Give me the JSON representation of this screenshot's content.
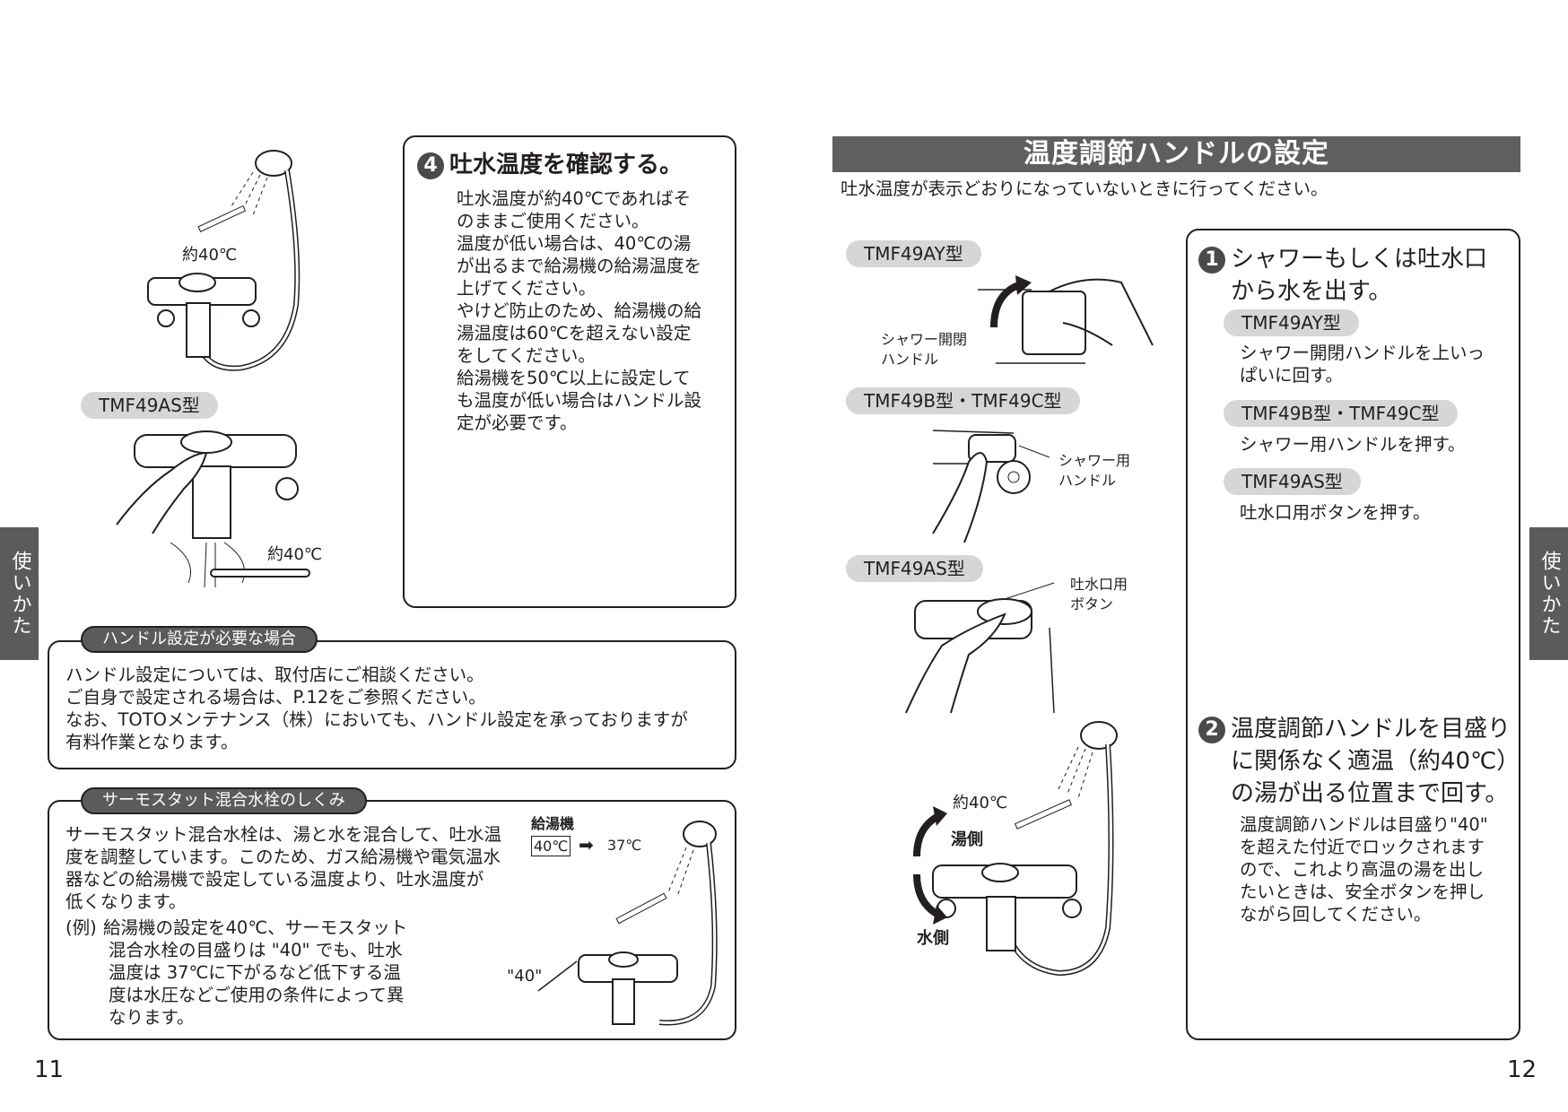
{
  "left_page": {
    "page_number": "11",
    "side_tab": "使いかた",
    "illustrations": {
      "top_temp_label": "約40℃",
      "model_pill": "TMF49AS型",
      "bottom_temp_label": "約40℃"
    },
    "step4": {
      "number": "4",
      "title": "吐水温度を確認する。",
      "lines": [
        "吐水温度が約40℃であればそ",
        "のままご使用ください。",
        "温度が低い場合は、40℃の湯",
        "が出るまで給湯機の給湯温度を",
        "上げてください。",
        "やけど防止のため、給湯機の給",
        "湯温度は60℃を超えない設定",
        "をしてください。",
        "給湯機を50℃以上に設定して",
        "も温度が低い場合はハンドル設",
        "定が必要です。"
      ]
    },
    "handle_note": {
      "label": "ハンドル設定が必要な場合",
      "lines": [
        "ハンドル設定については、取付店にご相談ください。",
        "ご自身で設定される場合は、P.12をご参照ください。",
        "なお、TOTOメンテナンス（株）においても、ハンドル設定を承っておりますが",
        "有料作業となります。"
      ]
    },
    "thermostat_note": {
      "label": "サーモスタット混合水栓のしくみ",
      "lines": [
        "サーモスタット混合水栓は、湯と水を混合して、吐水温",
        "度を調整しています。このため、ガス給湯機や電気温水",
        "器などの給湯機で設定している温度より、吐水温度が",
        "低くなります。"
      ],
      "example_prefix": "(例)",
      "example_lines": [
        "給湯機の設定を40℃、サーモスタット",
        "混合水栓の目盛りは \"40\" でも、吐水",
        "温度は 37℃に下がるなど低下する温",
        "度は水圧などご使用の条件によって異",
        "なります。"
      ],
      "diagram": {
        "heater_label": "給湯機",
        "heater_temp": "40℃",
        "outlet_temp": "37℃",
        "dial_label": "\"40\""
      }
    }
  },
  "right_page": {
    "page_number": "12",
    "side_tab": "使いかた",
    "header": "温度調節ハンドルの設定",
    "subtitle": "吐水温度が表示どおりになっていないときに行ってください。",
    "illustrations": {
      "model_ay": "TMF49AY型",
      "ay_callout": [
        "シャワー開閉",
        "ハンドル"
      ],
      "model_bc": "TMF49B型・TMF49C型",
      "bc_callout": [
        "シャワー用",
        "ハンドル"
      ],
      "model_as": "TMF49AS型",
      "as_callout": [
        "吐水口用",
        "ボタン"
      ],
      "temp_label": "約40℃",
      "hot_side": "湯側",
      "cold_side": "水側"
    },
    "step1": {
      "number": "1",
      "title_lines": [
        "シャワーもしくは吐水口",
        "から水を出す。"
      ],
      "models": [
        {
          "name": "TMF49AY型",
          "lines": [
            "シャワー開閉ハンドルを上いっ",
            "ぱいに回す。"
          ]
        },
        {
          "name": "TMF49B型・TMF49C型",
          "lines": [
            "シャワー用ハンドルを押す。"
          ]
        },
        {
          "name": "TMF49AS型",
          "lines": [
            "吐水口用ボタンを押す。"
          ]
        }
      ]
    },
    "step2": {
      "number": "2",
      "title_lines": [
        "温度調節ハンドルを目盛り",
        "に関係なく適温（約40℃）",
        "の湯が出る位置まで回す。"
      ],
      "lines": [
        "温度調節ハンドルは目盛り\"40\"",
        "を超えた付近でロックされます",
        "ので、これより高温の湯を出し",
        "たいときは、安全ボタンを押し",
        "ながら回してください。"
      ]
    }
  },
  "colors": {
    "text": "#231f20",
    "dark_band": "#5f5f5f",
    "pill_gray": "#d6d6d6",
    "side_tab": "#5b5b5b"
  }
}
